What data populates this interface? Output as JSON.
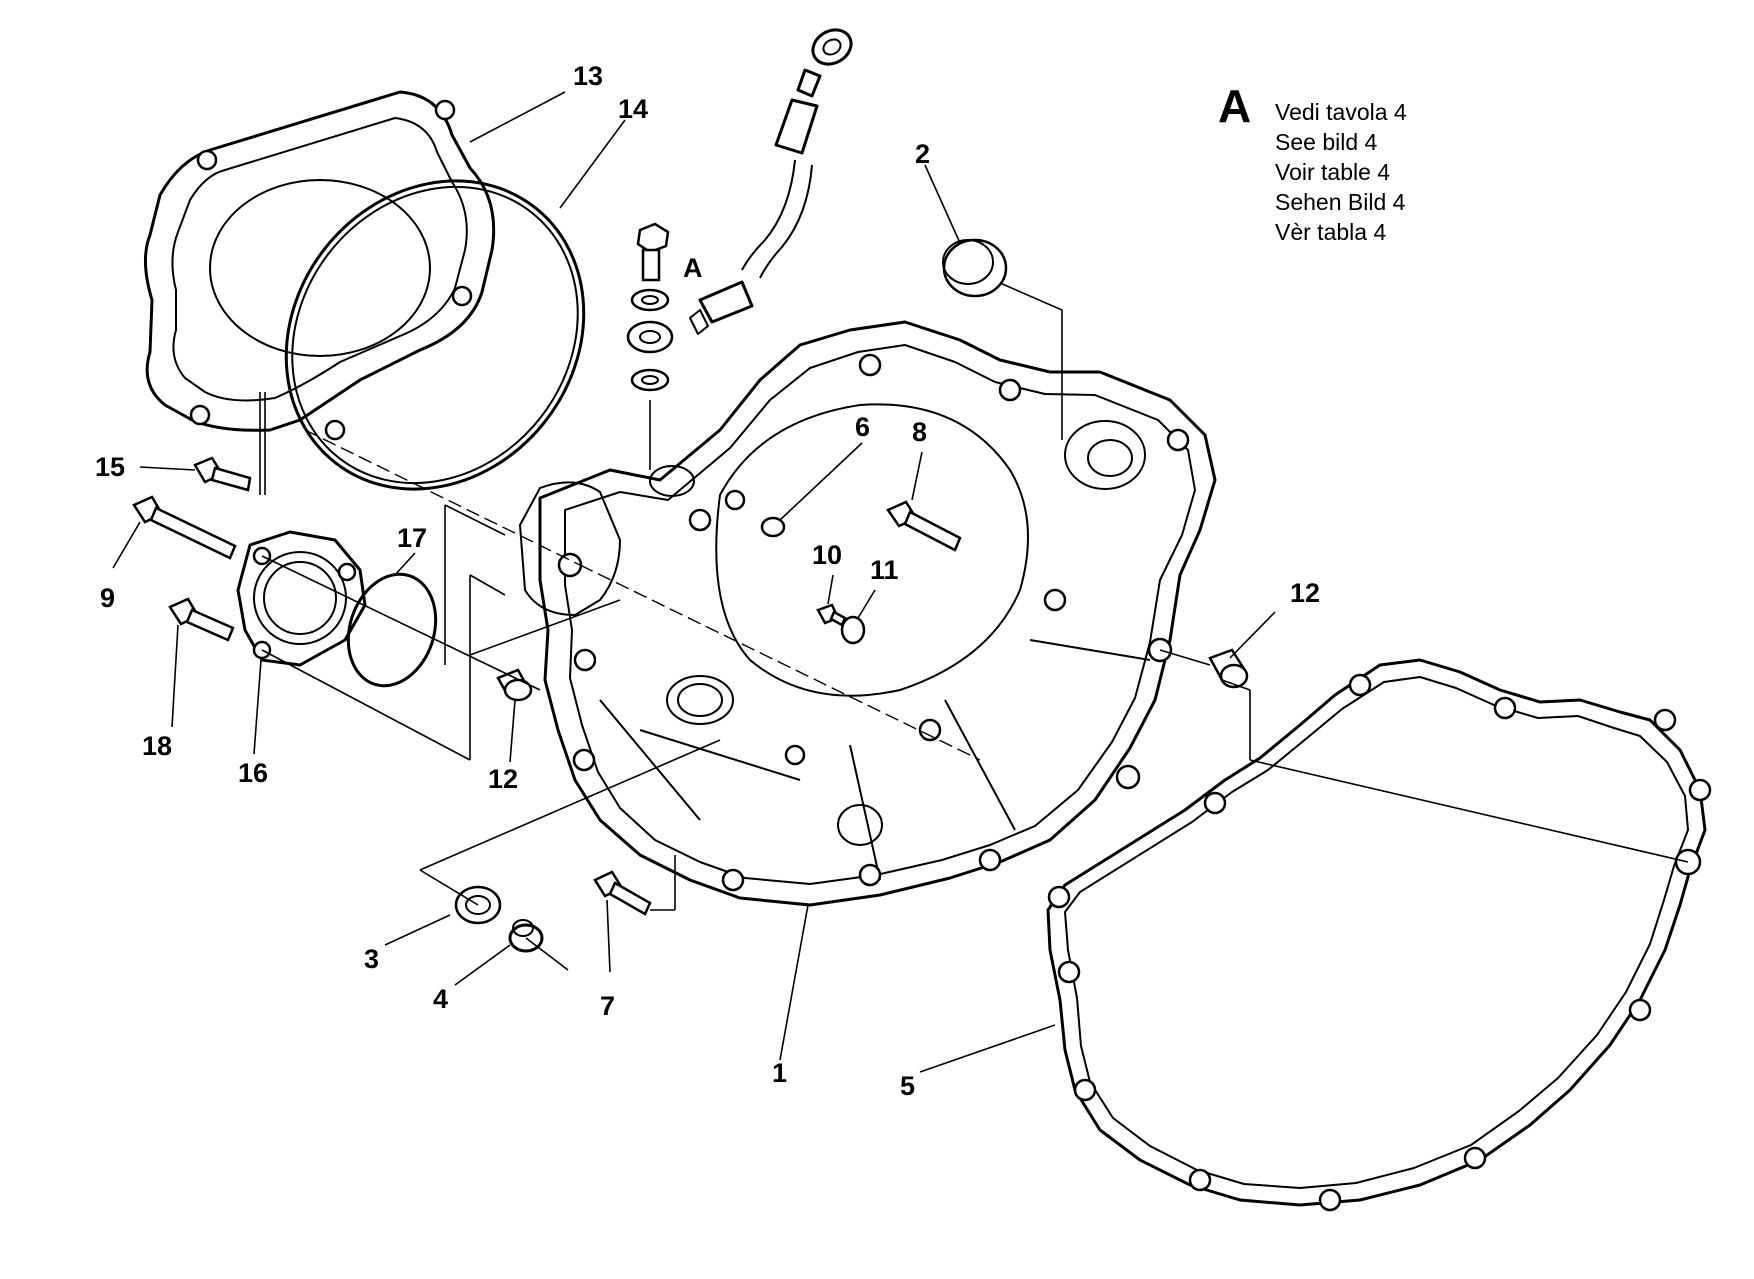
{
  "callouts": {
    "c1": "1",
    "c2": "2",
    "c3": "3",
    "c4": "4",
    "c5": "5",
    "c6": "6",
    "c7": "7",
    "c8": "8",
    "c9": "9",
    "c10": "10",
    "c11": "11",
    "c12a": "12",
    "c12b": "12",
    "c13": "13",
    "c14": "14",
    "c15": "15",
    "c16": "16",
    "c17": "17",
    "c18": "18",
    "cA": "A"
  },
  "note": {
    "key": "A",
    "lines": [
      "Vedi tavola 4",
      "See bild 4",
      "Voir table 4",
      "Sehen Bild 4",
      "Vèr tabla 4"
    ]
  }
}
